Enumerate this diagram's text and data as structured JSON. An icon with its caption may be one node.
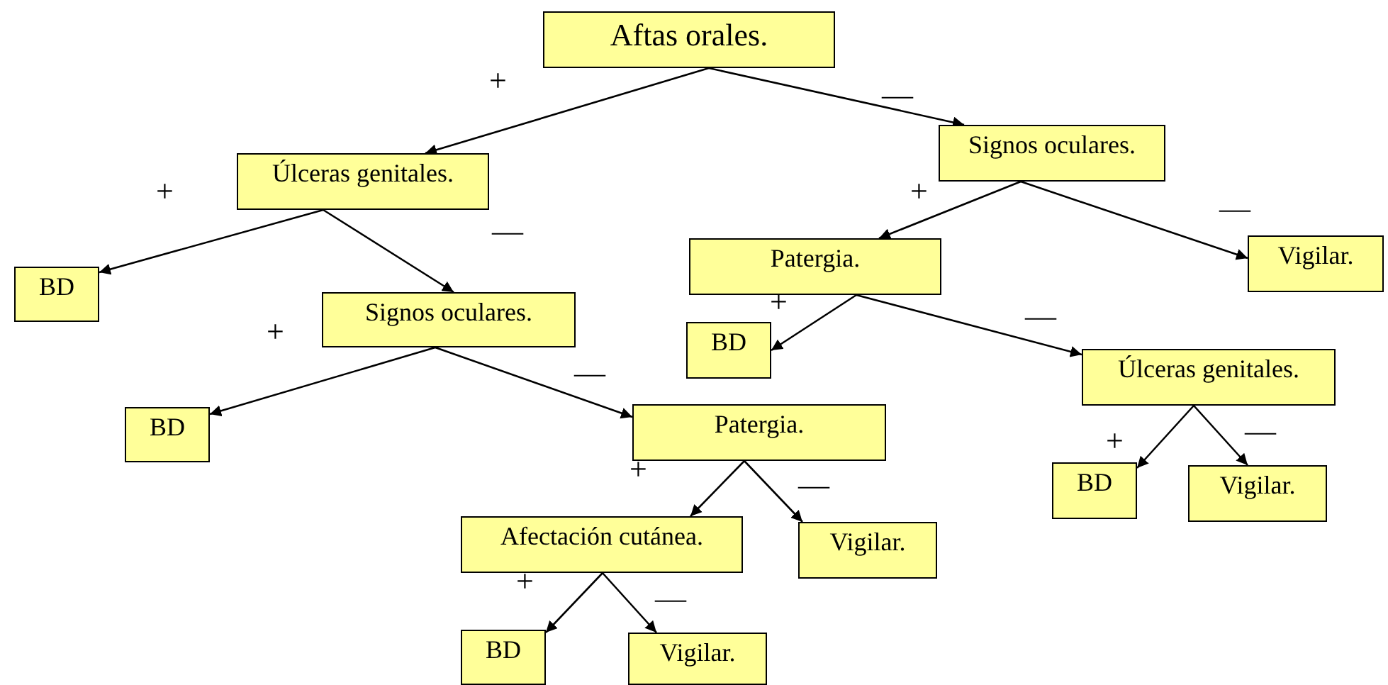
{
  "diagram": {
    "nodes": [
      {
        "text": [
          "Aftas orales."
        ]
      },
      {
        "text": [
          "Úlceras genitales."
        ]
      },
      {
        "text": [
          "Signos oculares."
        ]
      },
      {
        "text": [
          "BD"
        ]
      },
      {
        "text": [
          "Signos oculares."
        ]
      },
      {
        "text": [
          "Patergia."
        ]
      },
      {
        "text": [
          "Vigilar."
        ]
      },
      {
        "text": [
          "BD"
        ]
      },
      {
        "text": [
          "BD"
        ]
      },
      {
        "text": [
          "Úlceras genitales."
        ]
      },
      {
        "text": [
          "Patergia."
        ]
      },
      {
        "text": [
          "BD"
        ]
      },
      {
        "text": [
          "Vigilar."
        ]
      },
      {
        "text": [
          "Afectación cutánea."
        ]
      },
      {
        "text": [
          "Vigilar."
        ]
      },
      {
        "text": [
          "BD"
        ]
      },
      {
        "text": [
          "Vigilar."
        ]
      }
    ],
    "edges": [
      {
        "from": 0,
        "to": 1,
        "arrow": "to",
        "label": "+"
      },
      {
        "from": 0,
        "to": 2,
        "arrow": "to",
        "label": "—"
      },
      {
        "from": 1,
        "to": 3,
        "arrow": "to",
        "label": "+"
      },
      {
        "from": 1,
        "to": 4,
        "arrow": "to",
        "label": "—"
      },
      {
        "from": 2,
        "to": 5,
        "arrow": "to",
        "label": "+"
      },
      {
        "from": 2,
        "to": 6,
        "arrow": "to",
        "label": "—"
      },
      {
        "from": 4,
        "to": 7,
        "arrow": "to",
        "label": "+"
      },
      {
        "from": 4,
        "to": 10,
        "arrow": "to",
        "label": "—"
      },
      {
        "from": 5,
        "to": 8,
        "arrow": "to",
        "label": "+"
      },
      {
        "from": 5,
        "to": 9,
        "arrow": "to",
        "label": "—"
      },
      {
        "from": 9,
        "to": 11,
        "arrow": "to",
        "label": "+"
      },
      {
        "from": 9,
        "to": 12,
        "arrow": "to",
        "label": "—"
      },
      {
        "from": 10,
        "to": 13,
        "arrow": "to",
        "label": "+"
      },
      {
        "from": 10,
        "to": 14,
        "arrow": "to",
        "label": "—"
      },
      {
        "from": 13,
        "to": 15,
        "arrow": "to",
        "label": "+"
      },
      {
        "from": 13,
        "to": 16,
        "arrow": "to",
        "label": "—"
      }
    ]
  }
}
